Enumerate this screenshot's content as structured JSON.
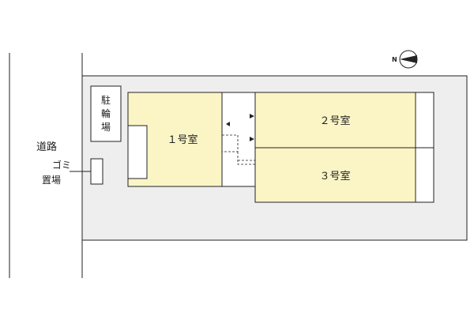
{
  "labels": {
    "road": "道路",
    "bicycle_parking": [
      "駐",
      "輪",
      "場"
    ],
    "garbage_area": [
      "ゴミ",
      "置場"
    ],
    "room1": "１号室",
    "room2": "２号室",
    "room3": "３号室",
    "north": "N"
  },
  "colors": {
    "room_fill": "#fbf5c6",
    "site_fill": "#eeeeee",
    "line": "#222222",
    "white": "#ffffff"
  },
  "icons": {
    "north_arrow": "compass-north-icon",
    "entry_arrow": "triangle-arrow-icon"
  }
}
